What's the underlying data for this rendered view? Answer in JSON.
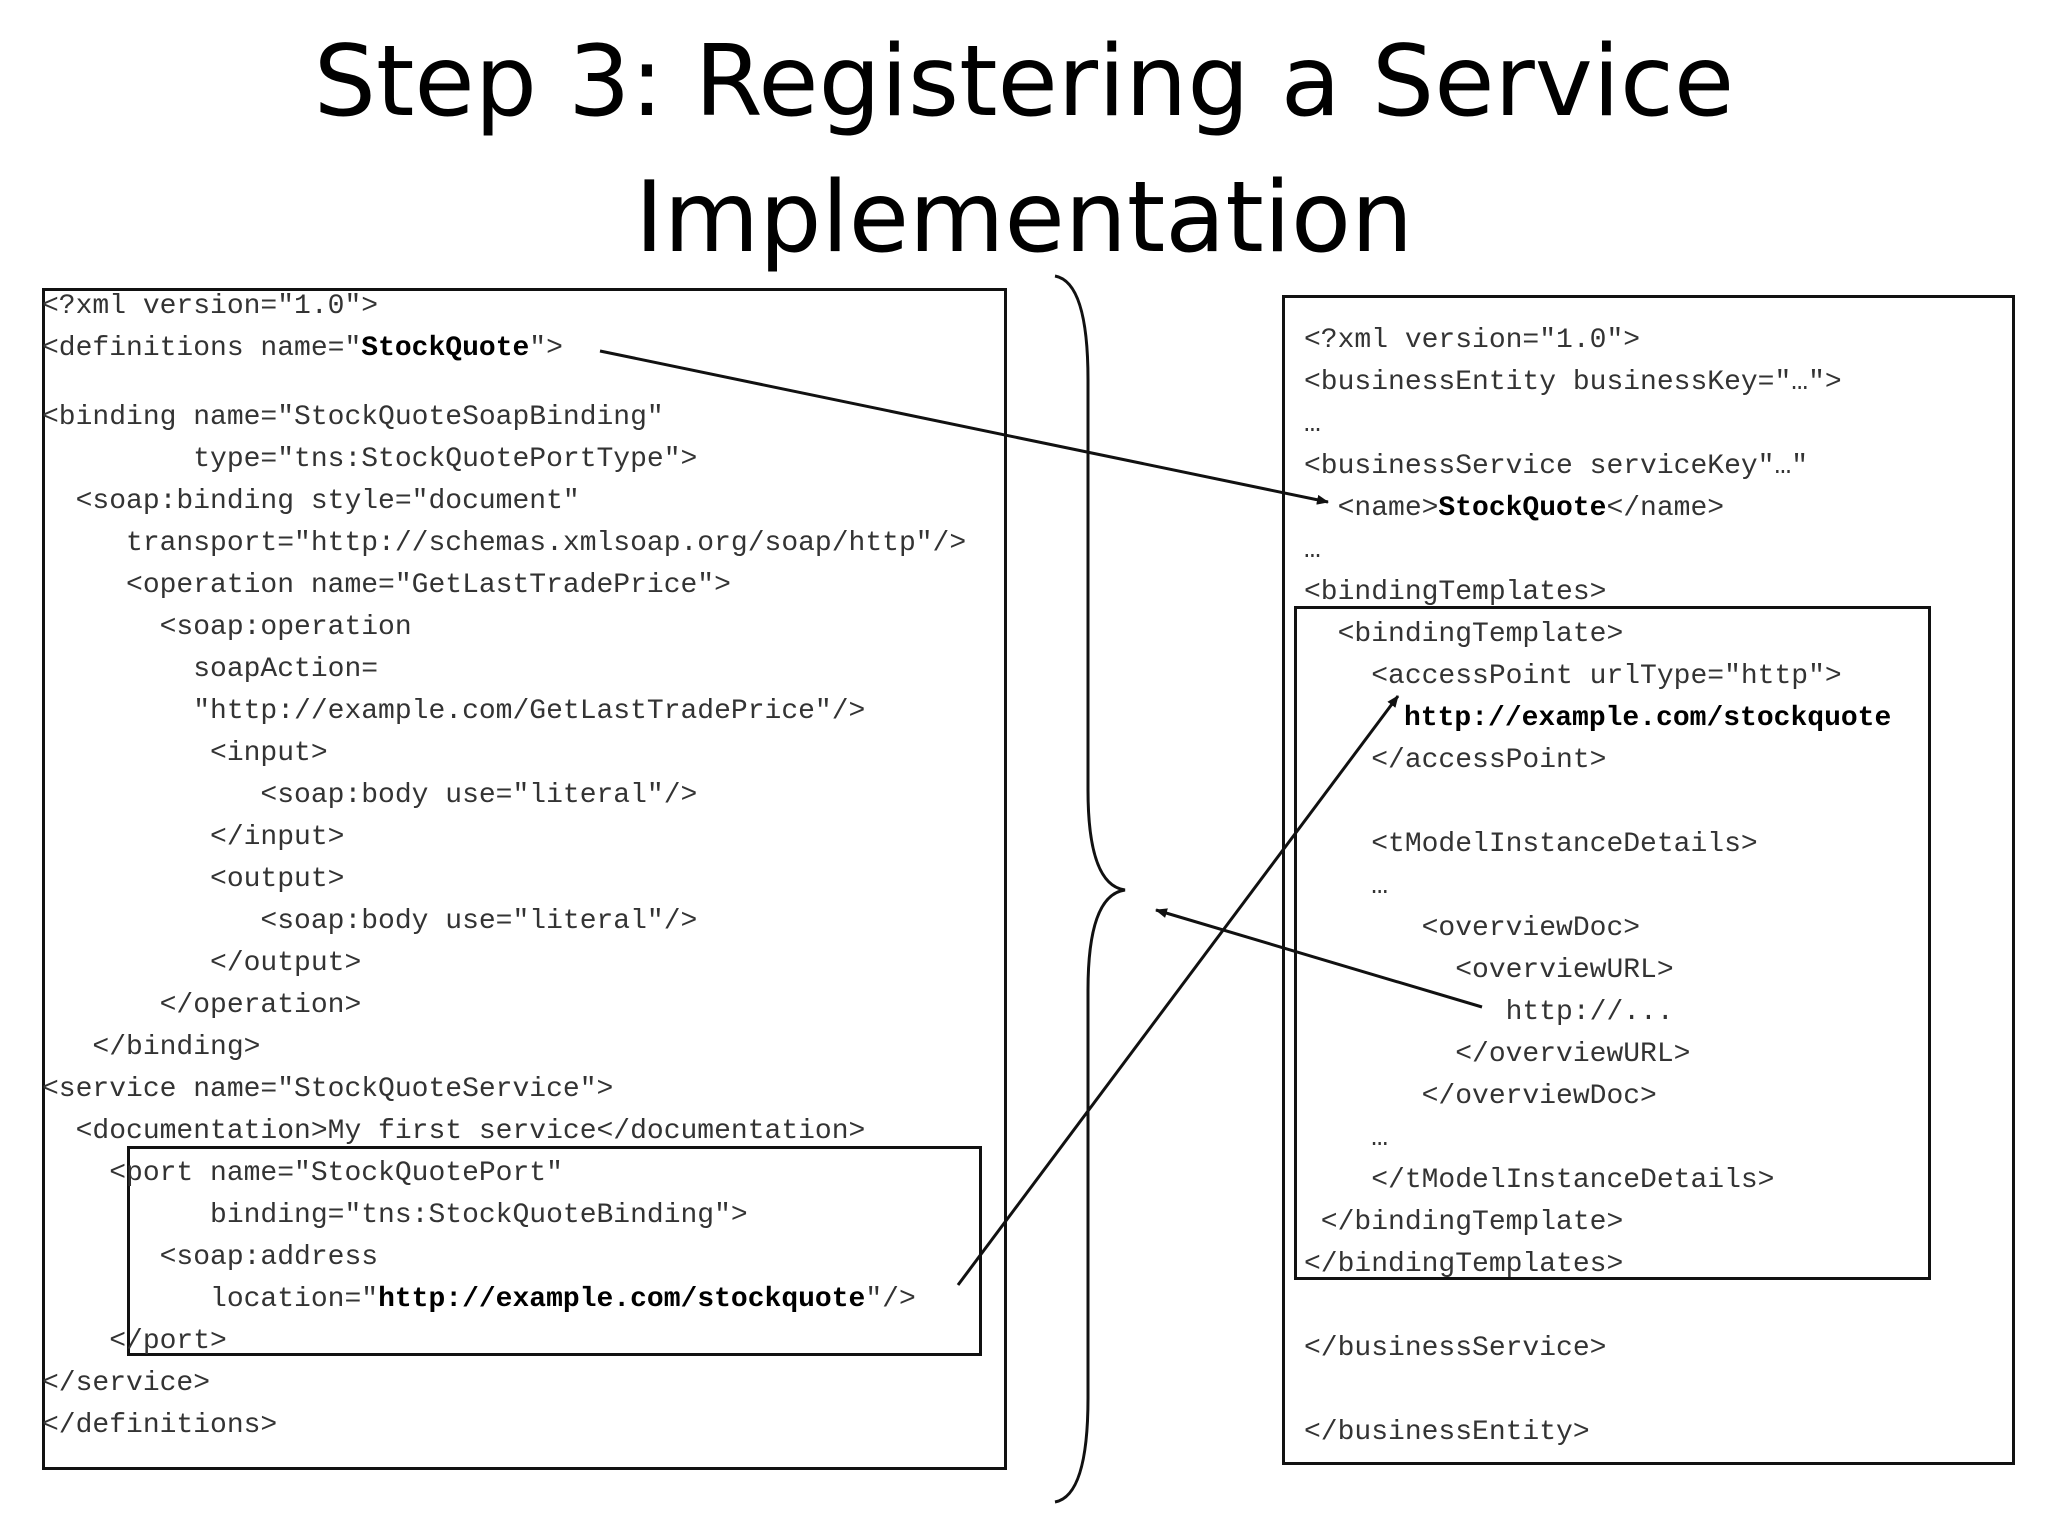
{
  "title": {
    "line1": "Step 3: Registering a Service",
    "line2": "Implementation"
  },
  "wsdl": {
    "lines": [
      "<?xml version=\"1.0\">",
      "<definitions name=\"",
      "StockQuote",
      "\">",
      "<binding name=\"StockQuoteSoapBinding\"",
      "         type=\"tns:StockQuotePortType\">",
      "  <soap:binding style=\"document\"",
      "     transport=\"http://schemas.xmlsoap.org/soap/http\"/>",
      "     <operation name=\"GetLastTradePrice\">",
      "       <soap:operation",
      "         soapAction=",
      "         \"http://example.com/GetLastTradePrice\"/>",
      "          <input>",
      "             <soap:body use=\"literal\"/>",
      "          </input>",
      "          <output>",
      "             <soap:body use=\"literal\"/>",
      "          </output>",
      "       </operation>",
      "   </binding>",
      "<service name=\"StockQuoteService\">",
      "  <documentation>My first service</documentation>",
      "    <port name=\"StockQuotePort\"",
      "          binding=\"tns:StockQuoteBinding\">",
      "       <soap:address",
      "          location=\"",
      "http://example.com/stockquote",
      "\"/>",
      "    </port>",
      "</service>",
      "</definitions>"
    ]
  },
  "uddi": {
    "lines": [
      "<?xml version=\"1.0\">",
      "<businessEntity businessKey=\"…\">",
      "…",
      "<businessService serviceKey\"…\"",
      "  <name>",
      "StockQuote",
      "</name>",
      "…",
      "<bindingTemplates>",
      "  <bindingTemplate>",
      "    <accessPoint urlType=\"http\">",
      "http://example.com/stockquote",
      "    </accessPoint>",
      "    <tModelInstanceDetails>",
      "    …",
      "       <overviewDoc>",
      "         <overviewURL>",
      "            http://...",
      "         </overviewURL>",
      "       </overviewDoc>",
      "    …",
      "    </tModelInstanceDetails>",
      " </bindingTemplate>",
      "</bindingTemplates>",
      "</businessService>",
      "</businessEntity>"
    ]
  },
  "colors": {
    "line": "#111111",
    "text": "#333333",
    "emphasis": "#000000"
  }
}
